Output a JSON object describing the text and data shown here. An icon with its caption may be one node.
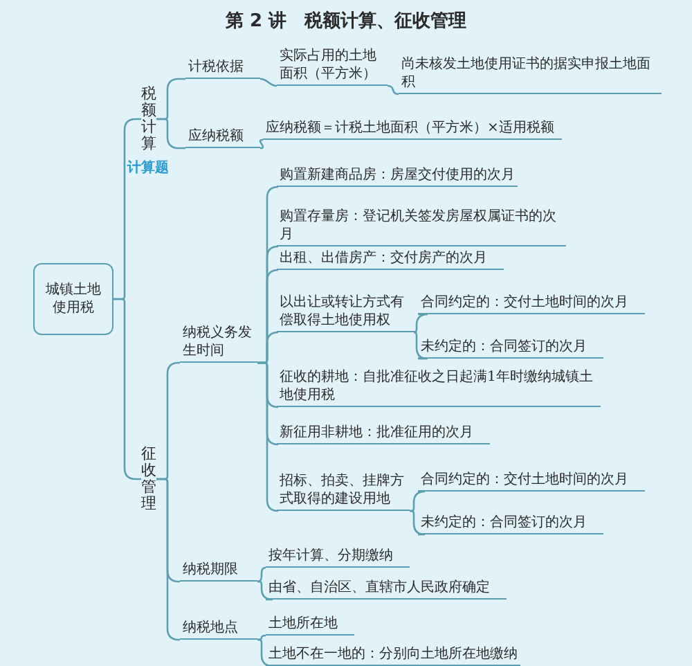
{
  "diagram": {
    "title": "第 2 讲　税额计算、征收管理",
    "nodes": [
      {
        "text": [
          "城镇土地使用税"
        ]
      },
      {
        "text": [
          "税额计算"
        ],
        "beside": [
          "计算题"
        ]
      },
      {
        "text": [
          "计税依据"
        ]
      },
      {
        "text": [
          "实际占用的土地面积（平方米）"
        ]
      },
      {
        "text": [
          "尚未核发土地使用证书的据实申报土地面积"
        ]
      },
      {
        "text": [
          "应纳税额"
        ]
      },
      {
        "text": [
          "应纳税额＝计税土地面积（平方米）×适用税额"
        ]
      },
      {
        "text": [
          "征收管理"
        ]
      },
      {
        "text": [
          "纳税义务发生时间"
        ]
      },
      {
        "text": [
          "购置新建商品房：房屋交付使用的次月"
        ]
      },
      {
        "text": [
          "购置存量房：登记机关签发房屋权属证书的次月"
        ]
      },
      {
        "text": [
          "出租、出借房产：交付房产的次月"
        ]
      },
      {
        "text": [
          "以出让或转让方式有偿取得土地使用权"
        ]
      },
      {
        "text": [
          "合同约定的：交付土地时间的次月"
        ]
      },
      {
        "text": [
          "未约定的：合同签订的次月"
        ]
      },
      {
        "text": [
          "征收的耕地：自批准征收之日起满1年时缴纳城镇土地使用税"
        ]
      },
      {
        "text": [
          "新征用非耕地：批准征用的次月"
        ]
      },
      {
        "text": [
          "招标、拍卖、挂牌方式取得的建设用地"
        ]
      },
      {
        "text": [
          "合同约定的：交付土地时间的次月"
        ]
      },
      {
        "text": [
          "未约定的：合同签订的次月"
        ]
      },
      {
        "text": [
          "纳税期限"
        ]
      },
      {
        "text": [
          "按年计算、分期缴纳"
        ]
      },
      {
        "text": [
          "由省、自治区、直辖市人民政府确定"
        ]
      },
      {
        "text": [
          "纳税地点"
        ]
      },
      {
        "text": [
          "土地所在地"
        ]
      },
      {
        "text": [
          "土地不在一地的：分别向土地所在地缴纳"
        ]
      }
    ],
    "edges": [
      {
        "from": 0,
        "to": 1,
        "arrow": "none"
      },
      {
        "from": 0,
        "to": 7,
        "arrow": "none"
      },
      {
        "from": 1,
        "to": 2,
        "arrow": "none"
      },
      {
        "from": 1,
        "to": 5,
        "arrow": "none"
      },
      {
        "from": 2,
        "to": 3,
        "arrow": "none"
      },
      {
        "from": 3,
        "to": 4,
        "arrow": "none"
      },
      {
        "from": 5,
        "to": 6,
        "arrow": "none"
      },
      {
        "from": 7,
        "to": 8,
        "arrow": "none"
      },
      {
        "from": 7,
        "to": 20,
        "arrow": "none"
      },
      {
        "from": 7,
        "to": 23,
        "arrow": "none"
      },
      {
        "from": 8,
        "to": 9,
        "arrow": "none"
      },
      {
        "from": 8,
        "to": 10,
        "arrow": "none"
      },
      {
        "from": 8,
        "to": 11,
        "arrow": "none"
      },
      {
        "from": 8,
        "to": 12,
        "arrow": "none"
      },
      {
        "from": 8,
        "to": 15,
        "arrow": "none"
      },
      {
        "from": 8,
        "to": 16,
        "arrow": "none"
      },
      {
        "from": 8,
        "to": 17,
        "arrow": "none"
      },
      {
        "from": 12,
        "to": 13,
        "arrow": "none"
      },
      {
        "from": 12,
        "to": 14,
        "arrow": "none"
      },
      {
        "from": 17,
        "to": 18,
        "arrow": "none"
      },
      {
        "from": 17,
        "to": 19,
        "arrow": "none"
      },
      {
        "from": 20,
        "to": 21,
        "arrow": "none"
      },
      {
        "from": 20,
        "to": 22,
        "arrow": "none"
      },
      {
        "from": 23,
        "to": 24,
        "arrow": "none"
      },
      {
        "from": 23,
        "to": 25,
        "arrow": "none"
      }
    ]
  }
}
